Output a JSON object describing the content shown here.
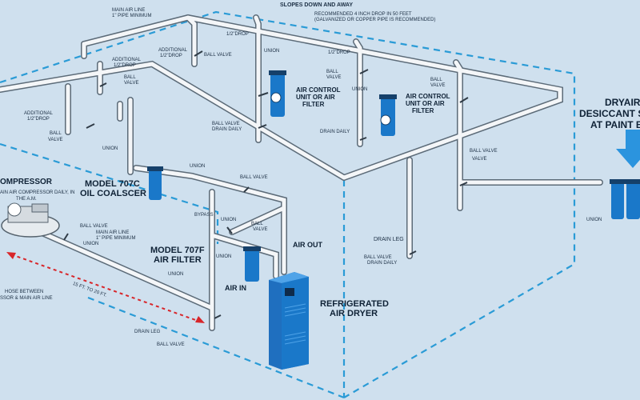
{
  "labels": {
    "slopes": "SLOPES DOWN AND AWAY",
    "recommended": "RECOMMENDED 4 INCH DROP IN 50 FEET",
    "galvanized": "(GALVANIZED OR COPPER PIPE IS RECOMMENDED)",
    "main_air_line_top_1": "MAIN AIR LINE",
    "main_air_line_top_2": "1\" PIPE MINIMUM",
    "half_drop_center": "1/2\"DROP",
    "half_drop_right": "1/2\"DROP",
    "additional_1": "ADDITIONAL",
    "additional_1b": "1/2\"DROP",
    "additional_2": "ADDITIONAL",
    "additional_2b": "1/2\"DROP",
    "ball_valve_1": "BALL VALVE",
    "ball_valve_2a": "BALL",
    "ball_valve_2b": "VALVE",
    "ball_valve_3a": "BALL",
    "ball_valve_3b": "VALVE",
    "ball_valve_4a": "BALL",
    "ball_valve_4b": "VALVE",
    "ball_valve_5a": "BALL",
    "ball_valve_5b": "VALVE",
    "ball_valve_6": "BALL VALVE",
    "ball_valve_7": "BALL VALVE",
    "ball_valve_8a": "BALL",
    "ball_valve_8b": "VALVE",
    "ball_valve_9": "BALL VALVE",
    "ball_valve_10": "BALL VALVE",
    "ball_valve_drain_a": "BALL VALVE",
    "ball_valve_drain_b": "DRAIN DAILY",
    "ball_valve_right_a": "BALL VALVE",
    "ball_valve_right_b": "DRAIN DAILY",
    "drain_daily": "DRAIN DAILY",
    "union_1": "UNION",
    "union_2": "UNION",
    "union_3": "UNION",
    "union_4": "UNION",
    "union_5": "UNION",
    "union_6": "UNION",
    "union_7": "UNION",
    "acu_left_1": "AIR CONTROL",
    "acu_left_2": "UNIT OR AIR",
    "acu_left_3": "FILTER",
    "acu_right_1": "AIR CONTROL",
    "acu_right_2": "UNIT OR AIR",
    "acu_right_3": "FILTER",
    "model_707c_1": "MODEL 707C",
    "model_707c_2": "OIL COALSCER",
    "model_707f_1": "MODEL 707F",
    "model_707f_2": "AIR FILTER",
    "bypass": "BYPASS",
    "air_out": "AIR OUT",
    "air_in": "AIR IN",
    "refrig_1": "REFRIGERATED",
    "refrig_2": "AIR DRYER",
    "compressor": "OMPRESSOR",
    "comp_note_1": "AIN AIR COMPRESSOR DAILY, IN",
    "comp_note_2": "THE A.M.",
    "main_air_line_low_1": "MAIN AIR LINE",
    "main_air_line_low_2": "1\" PIPE MINIMUM",
    "distance": "15 FT. TO 20 FT.",
    "hose_1": "HOSE BETWEEN",
    "hose_2": "SSOR & MAIN AIR LINE",
    "drain_leg_low": "DRAIN LEG",
    "drain_leg_mid": "DRAIN LEG",
    "dryair_1": "DRYAIR",
    "dryair_2": "DESICCANT S",
    "dryair_3": "AT PAINT B"
  },
  "colors": {
    "background": "#cfe0ee",
    "pipe": "#f4f6f8",
    "pipe_outline": "#5c6b78",
    "dashed_box": "#2a9bd6",
    "equipment_blue": "#1a78c9",
    "arrow_blue": "#2b94de",
    "distance_red": "#d8262a"
  }
}
